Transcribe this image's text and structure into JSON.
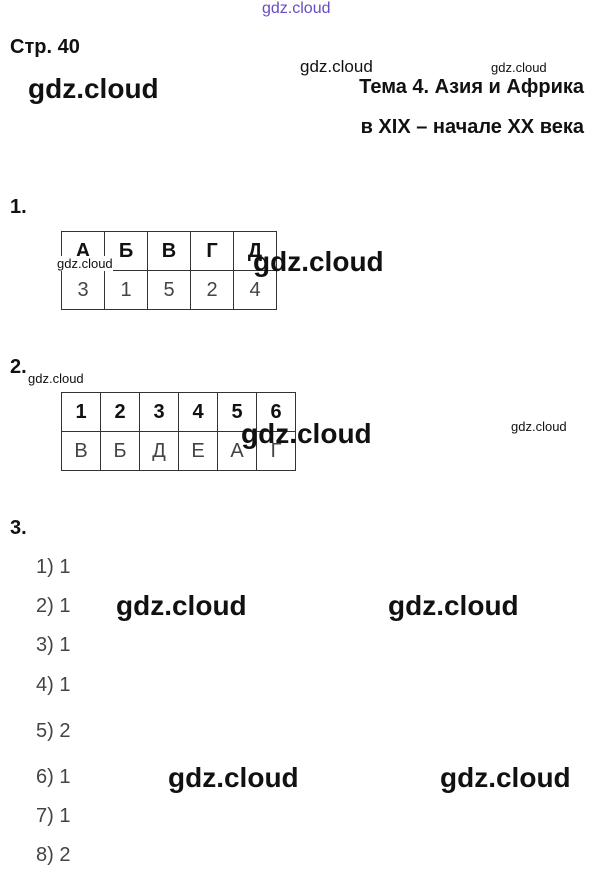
{
  "header": {
    "page_label": "Стр. 40",
    "topic_line1": "Тема 4. Азия и Африка",
    "topic_line2": "в XIX – начале XX века"
  },
  "task1": {
    "number": "1.",
    "headers": [
      "А",
      "Б",
      "В",
      "Г",
      "Д"
    ],
    "values": [
      "3",
      "1",
      "5",
      "2",
      "4"
    ]
  },
  "task2": {
    "number": "2.",
    "headers": [
      "1",
      "2",
      "3",
      "4",
      "5",
      "6"
    ],
    "values": [
      "В",
      "Б",
      "Д",
      "Е",
      "А",
      "Г"
    ]
  },
  "task3": {
    "number": "3.",
    "items": [
      "1) 1",
      "2) 1",
      "3) 1",
      "4) 1",
      "5) 2",
      "6) 1",
      "7) 1",
      "8) 2"
    ]
  },
  "watermark": {
    "text": "gdz.cloud",
    "top_color": "#6a4bc4"
  }
}
